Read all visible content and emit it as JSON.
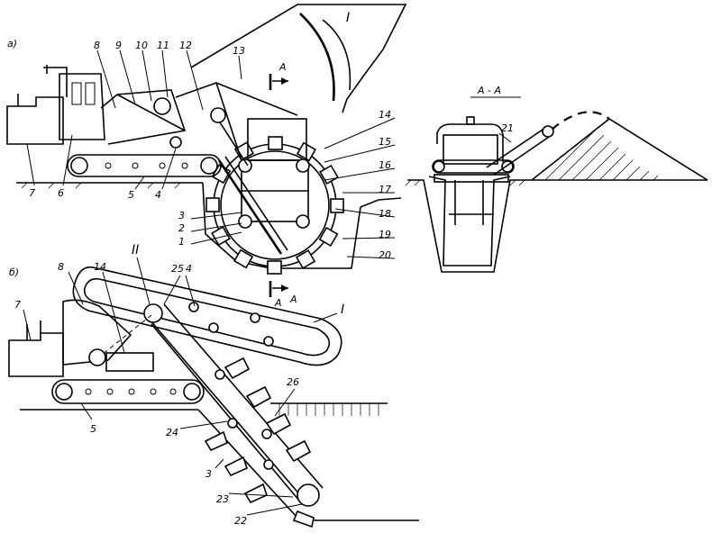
{
  "views": {
    "a": "а)",
    "b": "б)",
    "section": "А - А"
  },
  "section_marks": {
    "top": "А",
    "bottom": "А"
  },
  "roman": {
    "one_a": "I",
    "one_b": "I",
    "two": "II"
  },
  "labels_a": {
    "n1": "1",
    "n2": "2",
    "n3": "3",
    "n4": "4",
    "n5": "5",
    "n6": "6",
    "n7": "7",
    "n8": "8",
    "n9": "9",
    "n10": "10",
    "n11": "11",
    "n12": "12",
    "n13": "13",
    "n14": "14",
    "n15": "15",
    "n16": "16",
    "n17": "17",
    "n18": "18",
    "n19": "19",
    "n20": "20"
  },
  "labels_section": {
    "n21": "21"
  },
  "labels_b": {
    "n3": "3",
    "n4": "4",
    "n5": "5",
    "n7": "7",
    "n8": "8",
    "n14": "14",
    "n22": "22",
    "n23": "23",
    "n24": "24",
    "n25": "25",
    "n26": "26"
  }
}
